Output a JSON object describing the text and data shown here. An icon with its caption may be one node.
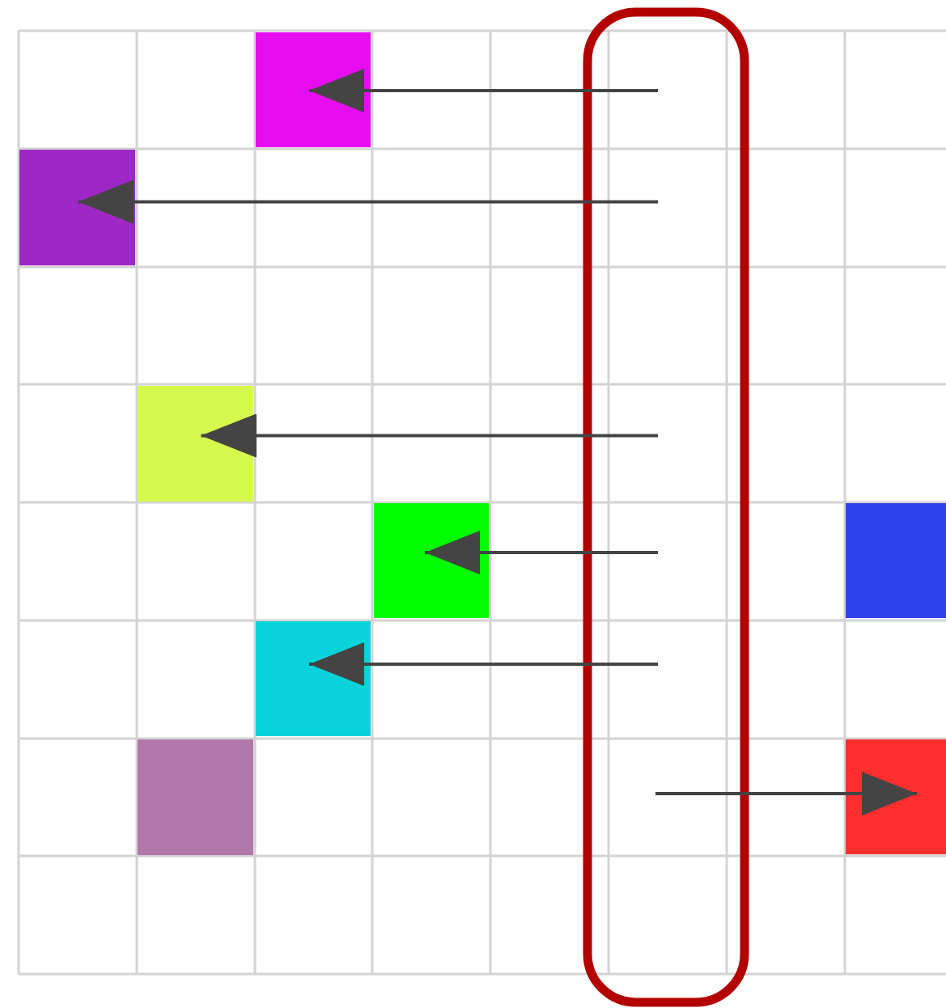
{
  "diagram": {
    "nodes": [
      {
        "text": [],
        "shape": "box"
      },
      {
        "text": [],
        "shape": "box"
      },
      {
        "text": [],
        "shape": "box"
      },
      {
        "text": [],
        "shape": "box"
      },
      {
        "text": [],
        "shape": "box"
      },
      {
        "text": [],
        "shape": "box"
      },
      {
        "text": [],
        "shape": "box"
      },
      {
        "text": [],
        "shape": "box"
      }
    ],
    "edges": [
      {
        "from": null,
        "to": 0,
        "arrow": "to"
      },
      {
        "from": null,
        "to": 1,
        "arrow": "to"
      },
      {
        "from": null,
        "to": 2,
        "arrow": "to"
      },
      {
        "from": null,
        "to": 3,
        "arrow": "to"
      },
      {
        "from": null,
        "to": 5,
        "arrow": "to"
      },
      {
        "from": null,
        "to": 7,
        "arrow": "to"
      }
    ]
  }
}
